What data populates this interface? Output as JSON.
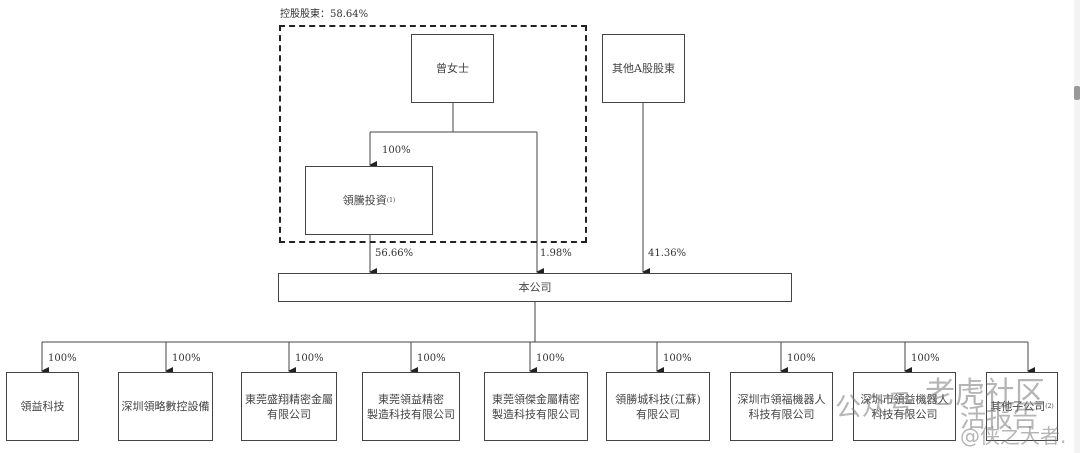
{
  "controlling_label": "控股股東：58.64%",
  "top": {
    "ms_zeng": "曾女士",
    "other_a_shareholders": "其他A股股東",
    "lingteng": "領騰投資",
    "lingteng_note": "(1)"
  },
  "edges": {
    "zeng_to_lingteng": "100%",
    "lingteng_to_company": "56.66%",
    "zeng_to_company": "1.98%",
    "others_to_company": "41.36%"
  },
  "company": "本公司",
  "subsidiaries": [
    {
      "name": "領益科技",
      "pct": "100%"
    },
    {
      "name": "深圳領略數控設備",
      "pct": "100%"
    },
    {
      "name": "東莞盛翔精密金屬\n有限公司",
      "pct": "100%"
    },
    {
      "name": "東莞領益精密\n製造科技有限公司",
      "pct": "100%"
    },
    {
      "name": "東莞領傑金屬精密\n製造科技有限公司",
      "pct": "100%"
    },
    {
      "name": "領勝城科技(江蘇)\n有限公司",
      "pct": "100%"
    },
    {
      "name": "深圳市領福機器人\n科技有限公司",
      "pct": "100%"
    },
    {
      "name": "深圳市領益機器人\n科技有限公司",
      "pct": "100%"
    },
    {
      "name": "其他子公司",
      "pct": "",
      "note": "(2)"
    }
  ],
  "watermark": {
    "line1": "公众号 ·",
    "line2": "老虎社区",
    "line3": "活报告",
    "line4": "@侠之大者."
  }
}
